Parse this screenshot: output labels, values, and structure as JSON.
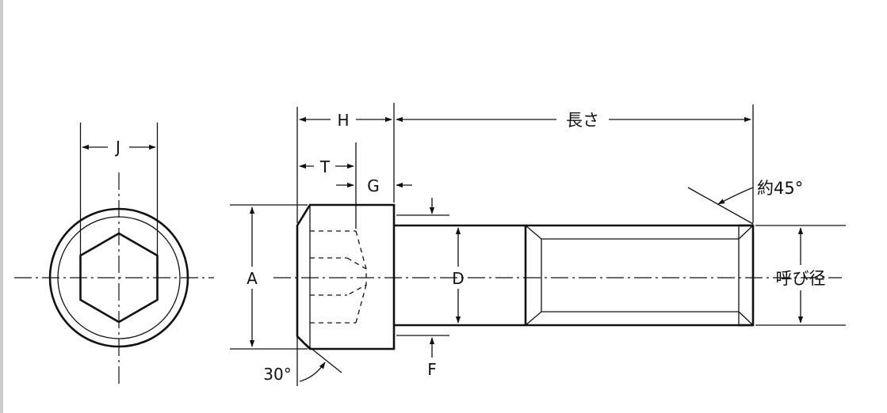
{
  "labels": {
    "J": "J",
    "H": "H",
    "T": "T",
    "G": "G",
    "A": "A",
    "D": "D",
    "F": "F",
    "length": "長さ",
    "chamfer_angle": "約45°",
    "head_angle": "30°",
    "nominal_diameter": "呼び径"
  },
  "colors": {
    "line": "#111111",
    "background": "#ffffff",
    "left_border": "#cccccc"
  }
}
